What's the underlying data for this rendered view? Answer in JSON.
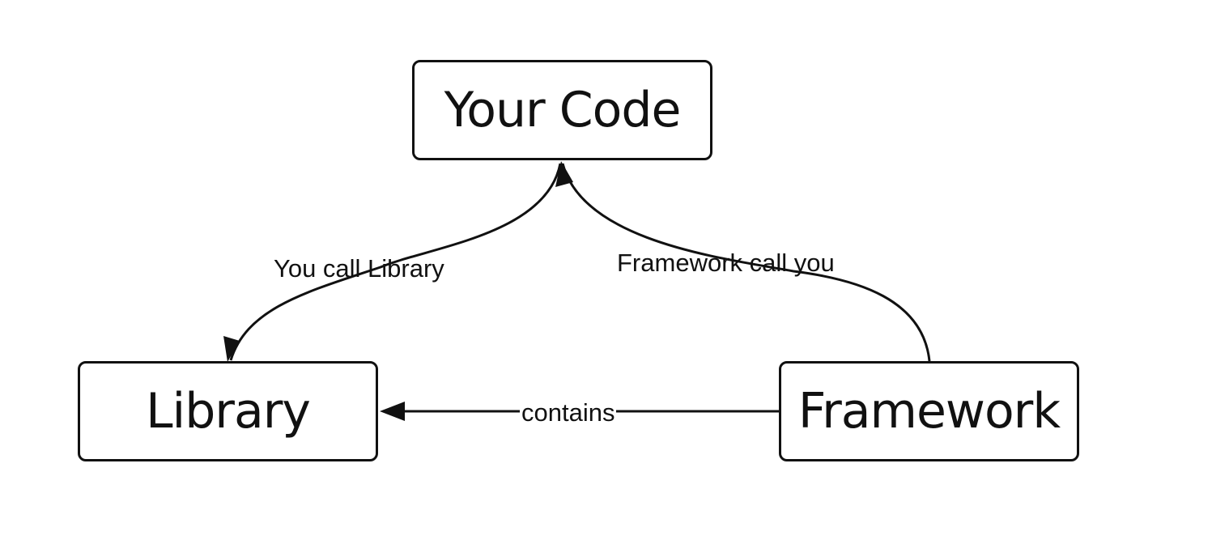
{
  "nodes": {
    "your_code": "Your Code",
    "library": "Library",
    "framework": "Framework"
  },
  "edges": {
    "you_call_library": "You call Library",
    "framework_call_you": "Framework call you",
    "contains": "contains"
  },
  "colors": {
    "stroke": "#111111",
    "background": "#ffffff"
  }
}
